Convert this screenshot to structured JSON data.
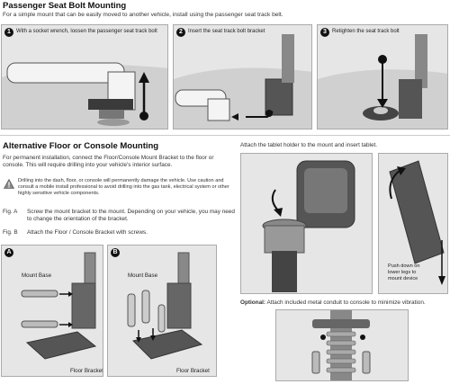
{
  "title": "Passenger Seat Bolt Mounting",
  "intro": "For a simple mount that can be easily moved to another vehicle, install using the passenger seat track belt.",
  "steps": [
    {
      "num": "1",
      "caption": "With a socket wrench, loosen the passenger seat track bolt"
    },
    {
      "num": "2",
      "caption": "Insert the seat track bolt bracket"
    },
    {
      "num": "3",
      "caption": "Retighten the seat track bolt"
    }
  ],
  "alt": {
    "title": "Alternative Floor or Console Mounting",
    "p1": "For permanent installation, connect the Floor/Console Mount Bracket to the floor or console. This will require drilling into your vehicle's interior surface.",
    "warning": "Drilling into the dash, floor, or console will permanently damage the vehicle. Use caution and consult a mobile install professional to avoid drilling into the gas tank, electrical system or other highly sensitive vehicle components.",
    "figA_key": "Fig. A",
    "figA_text": "Screw the mount bracket to the mount. Depending on your vehicle, you may need to change the orientation of the bracket.",
    "figB_key": "Fig. B",
    "figB_text": "Attach the Floor / Console Bracket with screws.",
    "panelA": {
      "letter": "A",
      "mount_base": "Mount Base",
      "floor_bracket": "Floor Bracket"
    },
    "panelB": {
      "letter": "B",
      "mount_base": "Mount Base",
      "floor_bracket": "Floor Bracket"
    }
  },
  "attach": {
    "caption": "Attach the tablet holder to the mount and insert tablet.",
    "push_note": "Push down on lower legs to mount device",
    "optional_label": "Optional:",
    "optional_text": " Attach included metal conduit to console to minimize vibration."
  },
  "colors": {
    "panel_bg": "#e6e6e6",
    "metal": "#9a9a9a",
    "dark": "#3a3a3a",
    "accent": "#111111"
  }
}
